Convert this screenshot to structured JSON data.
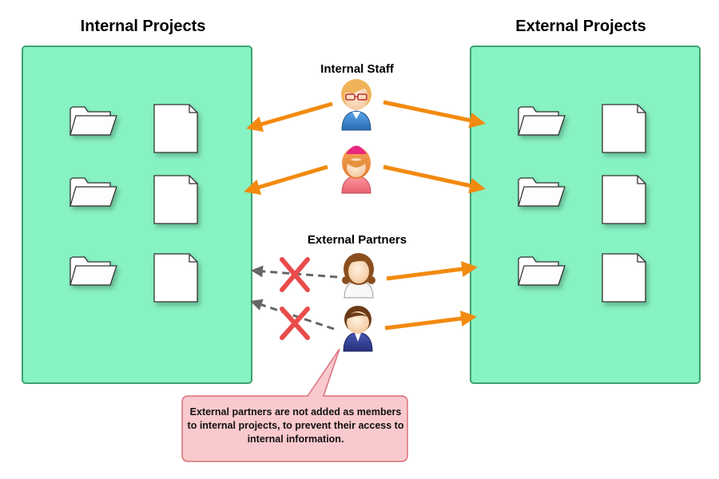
{
  "titles": {
    "internal": "Internal Projects",
    "external": "External Projects"
  },
  "roles": {
    "internal_staff": "Internal Staff",
    "external_partners": "External Partners"
  },
  "callout": {
    "text": "External partners are not added as members to internal projects, to prevent their access to internal information."
  },
  "colors": {
    "panel_fill": "#87f2c2",
    "panel_border": "#3ea36f",
    "access_arrow": "#f28a0f",
    "blocked_arrow": "#666666",
    "blocked_cross": "#ea4b4b",
    "callout_fill": "#f9c9cd",
    "callout_border": "#d9707a"
  },
  "icons": {
    "folder": "folder-icon",
    "document": "document-icon",
    "staff_member": "person-icon",
    "blocked": "cross-icon"
  },
  "connections": [
    {
      "from": "internal-staff-1",
      "to": "internal-projects",
      "access": "granted"
    },
    {
      "from": "internal-staff-1",
      "to": "external-projects",
      "access": "granted"
    },
    {
      "from": "internal-staff-2",
      "to": "internal-projects",
      "access": "granted"
    },
    {
      "from": "internal-staff-2",
      "to": "external-projects",
      "access": "granted"
    },
    {
      "from": "external-partner-1",
      "to": "internal-projects",
      "access": "blocked"
    },
    {
      "from": "external-partner-1",
      "to": "external-projects",
      "access": "granted"
    },
    {
      "from": "external-partner-2",
      "to": "internal-projects",
      "access": "blocked"
    },
    {
      "from": "external-partner-2",
      "to": "external-projects",
      "access": "granted"
    }
  ]
}
